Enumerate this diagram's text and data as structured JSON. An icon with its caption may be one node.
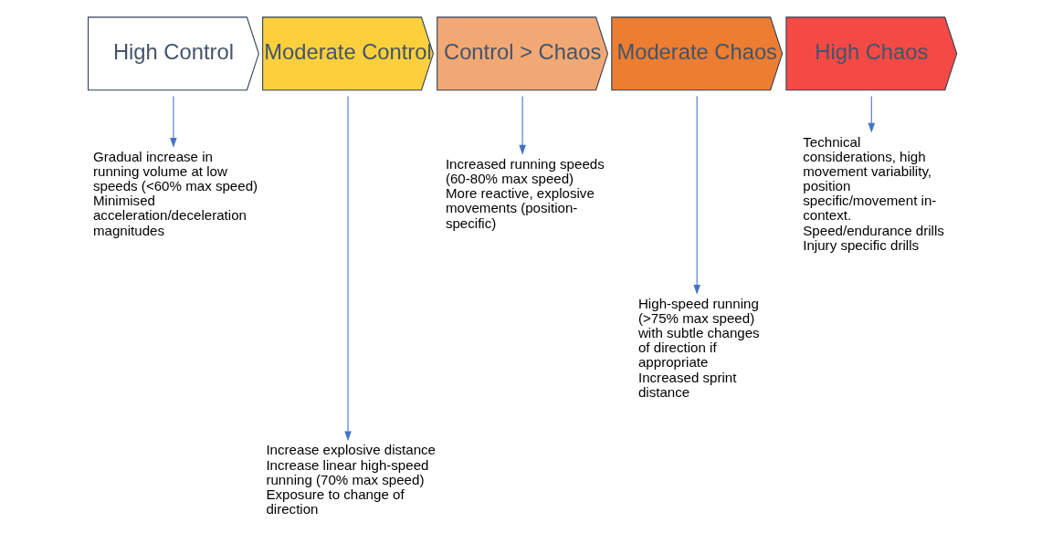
{
  "diagram": {
    "nodes": [
      {
        "text": [
          "High Control"
        ]
      },
      {
        "text": [
          "Moderate Control"
        ]
      },
      {
        "text": [
          "Control > Chaos"
        ]
      },
      {
        "text": [
          "Moderate Chaos"
        ]
      },
      {
        "text": [
          "High Chaos"
        ]
      },
      {
        "text": [
          "Gradual increase in running volume at low speeds (<60% max speed)",
          "Minimised acceleration/deceleration magnitudes"
        ]
      },
      {
        "text": [
          "Increase explosive distance",
          "Increase linear high-speed running (70% max speed)",
          "Exposure to change of direction"
        ]
      },
      {
        "text": [
          "Increased running speeds (60-80% max speed)",
          "More reactive, explosive movements (position-specific)"
        ]
      },
      {
        "text": [
          "High-speed running (>75% max speed) with subtle changes of direction if appropriate",
          "Increased sprint distance"
        ]
      },
      {
        "text": [
          "Technical considerations, high movement variability, position specific/movement in-context.",
          "Speed/endurance drills",
          "Injury specific drills"
        ]
      }
    ],
    "edges": [
      {
        "from": 0,
        "to": 5,
        "arrow": "to"
      },
      {
        "from": 1,
        "to": 6,
        "arrow": "to"
      },
      {
        "from": 2,
        "to": 7,
        "arrow": "to"
      },
      {
        "from": 3,
        "to": 8,
        "arrow": "to"
      },
      {
        "from": 4,
        "to": 9,
        "arrow": "to"
      }
    ]
  }
}
